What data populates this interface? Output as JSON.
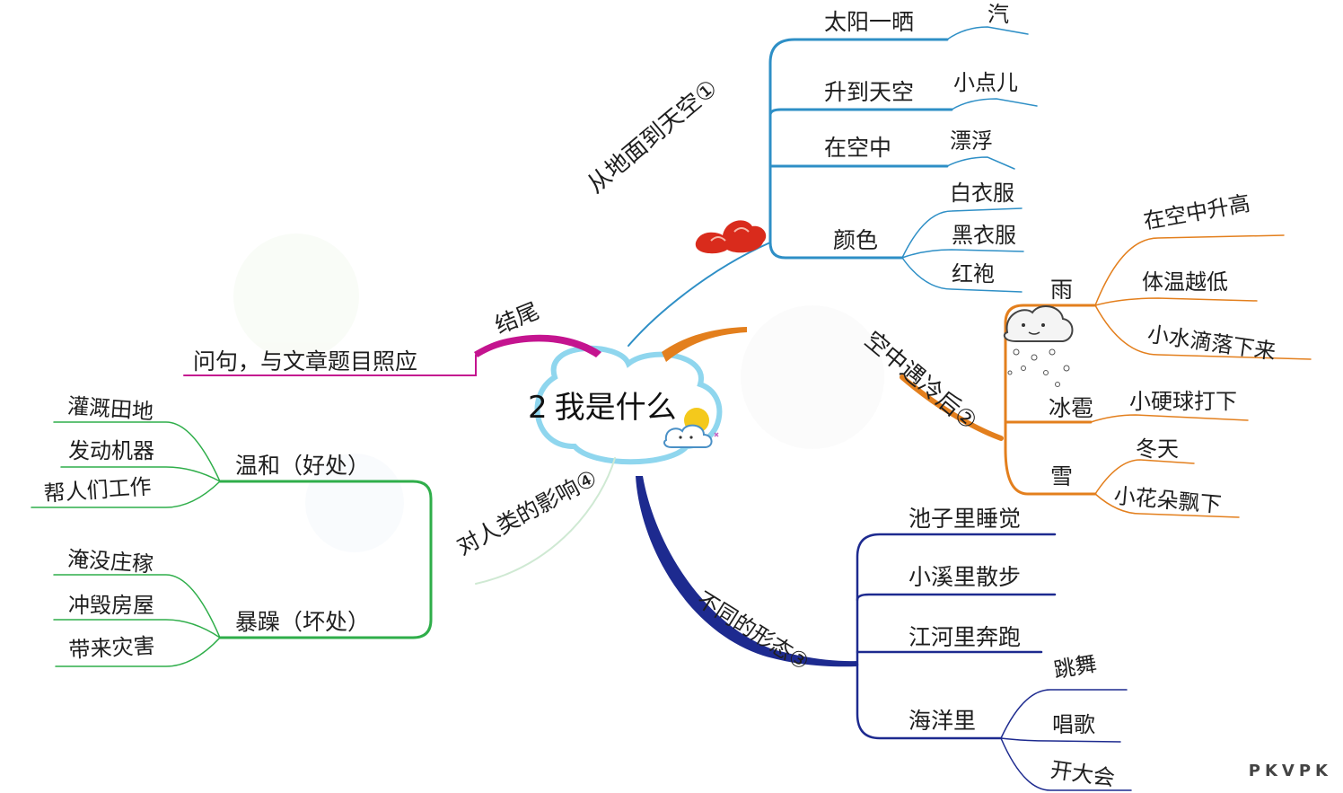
{
  "title": {
    "number": "2",
    "text": "我是什么"
  },
  "branches": {
    "b1": {
      "label": "从地面到天空①",
      "items": [
        {
          "label": "太阳一晒",
          "children": [
            "汽"
          ]
        },
        {
          "label": "升到天空",
          "children": [
            "小点儿"
          ]
        },
        {
          "label": "在空中",
          "children": [
            "漂浮"
          ]
        },
        {
          "label": "颜色",
          "children": [
            "白衣服",
            "黑衣服",
            "红袍"
          ]
        }
      ]
    },
    "b2": {
      "label": "空中遇冷后②",
      "items": [
        {
          "label": "雨",
          "children": [
            "在空中升高",
            "体温越低",
            "小水滴落下来"
          ]
        },
        {
          "label": "冰雹",
          "children": [
            "小硬球打下"
          ]
        },
        {
          "label": "雪",
          "children": [
            "冬天",
            "小花朵飘下"
          ]
        }
      ]
    },
    "b3": {
      "label": "不同的形态③",
      "items": [
        {
          "label": "池子里睡觉",
          "children": []
        },
        {
          "label": "小溪里散步",
          "children": []
        },
        {
          "label": "江河里奔跑",
          "children": []
        },
        {
          "label": "海洋里",
          "children": [
            "跳舞",
            "唱歌",
            "开大会"
          ]
        }
      ]
    },
    "b4": {
      "label": "对人类的影响④",
      "items": [
        {
          "label": "温和（好处）",
          "children": [
            "灌溉田地",
            "发动机器",
            "帮人们工作"
          ]
        },
        {
          "label": "暴躁（坏处）",
          "children": [
            "淹没庄稼",
            "冲毁房屋",
            "带来灾害"
          ]
        }
      ]
    },
    "end": {
      "label": "结尾",
      "note": "问句，与文章题目照应"
    }
  },
  "colors": {
    "b1": "#2e8fc6",
    "b2": "#e37f1d",
    "b3": "#1d2a8f",
    "b4": "#2fae4a",
    "end": "#c4148f",
    "center": "#8fd6ee"
  },
  "icons": [
    "red-cloud-icon",
    "rain-cloud-icon",
    "sun-cloud-icon"
  ],
  "watermark": "PKVPK"
}
